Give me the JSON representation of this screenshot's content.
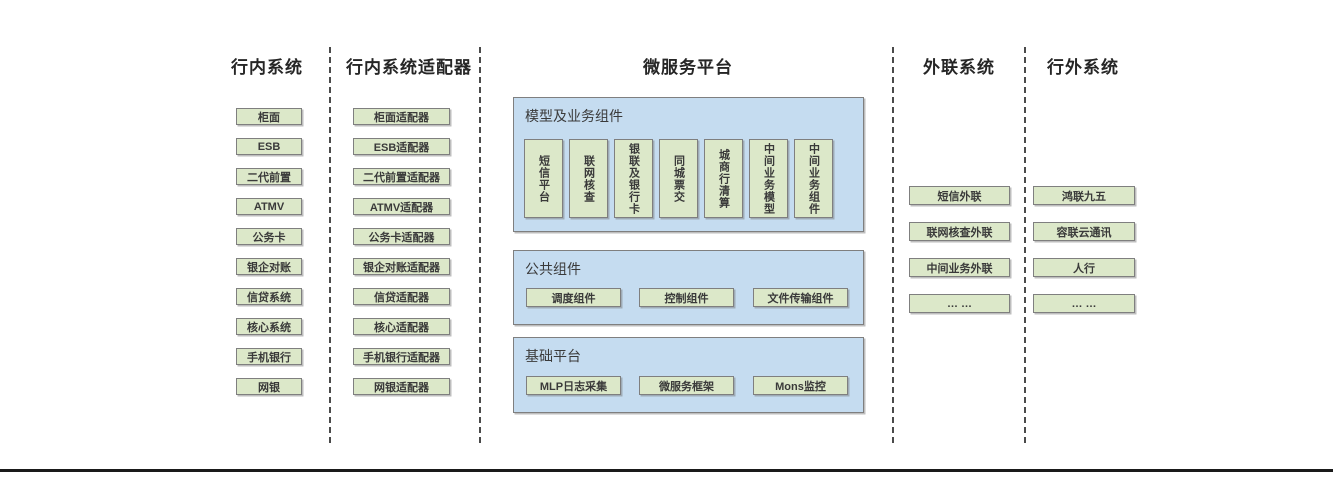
{
  "diagram": {
    "internal": {
      "header": "行内系统",
      "items": [
        "柜面",
        "ESB",
        "二代前置",
        "ATMV",
        "公务卡",
        "银企对账",
        "信贷系统",
        "核心系统",
        "手机银行",
        "网银"
      ]
    },
    "adapters": {
      "header": "行内系统适配器",
      "items": [
        "柜面适配器",
        "ESB适配器",
        "二代前置适配器",
        "ATMV适配器",
        "公务卡适配器",
        "银企对账适配器",
        "信贷适配器",
        "核心适配器",
        "手机银行适配器",
        "网银适配器"
      ]
    },
    "platform": {
      "header": "微服务平台",
      "model_section": {
        "label": "模型及业务组件",
        "items": [
          "短信平台",
          "联网核查",
          "银联及银行卡",
          "同城票交",
          "城商行清算",
          "中间业务模型",
          "中间业务组件"
        ]
      },
      "common_section": {
        "label": "公共组件",
        "items": [
          "调度组件",
          "控制组件",
          "文件传输组件"
        ]
      },
      "base_section": {
        "label": "基础平台",
        "items": [
          "MLP日志采集",
          "微服务框架",
          "Mons监控"
        ]
      }
    },
    "outreach": {
      "header": "外联系统",
      "items": [
        "短信外联",
        "联网核查外联",
        "中间业务外联",
        "… …"
      ]
    },
    "external": {
      "header": "行外系统",
      "items": [
        "鸿联九五",
        "容联云通讯",
        "人行",
        "… …"
      ]
    },
    "colors": {
      "box_fill": "#dce8c9",
      "box_border": "#7f7f7f",
      "panel_fill": "#c5dcf0",
      "divider": "#4a4a4a",
      "header_text": "#262626",
      "bottom_rule": "#1a1a1a"
    }
  }
}
